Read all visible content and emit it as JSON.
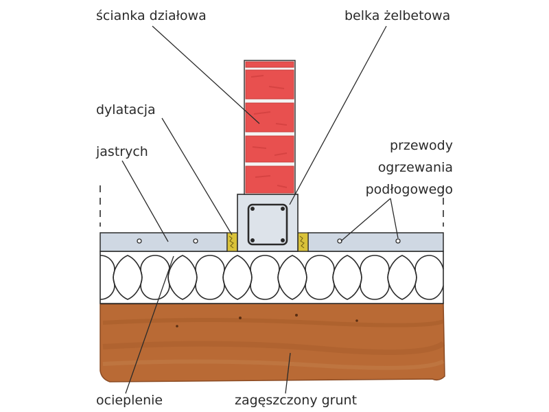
{
  "labels": {
    "partition_wall": "ścianka działowa",
    "rc_beam": "belka żelbetowa",
    "expansion_joint": "dylatacja",
    "screed": "jastrych",
    "heating_pipes_line1": "przewody",
    "heating_pipes_line2": "ogrzewania",
    "heating_pipes_line3": "podłogowego",
    "insulation": "ocieplenie",
    "compacted_soil": "zagęszczony grunt"
  },
  "colors": {
    "brick": "#e8504f",
    "brick_dark": "#c93b3a",
    "mortar": "#f4f4f4",
    "beam": "#dde3ea",
    "screed": "#cfd8e3",
    "insulation_fill": "#ffffff",
    "joint": "#d9c23a",
    "soil": "#b96a35",
    "soil_dark": "#9c5223",
    "line": "#2a2a2a"
  }
}
